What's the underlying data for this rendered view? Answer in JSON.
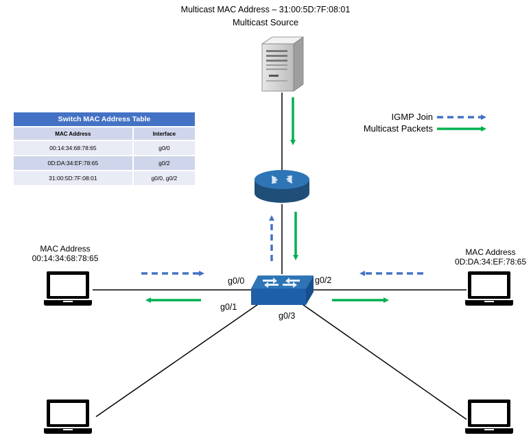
{
  "source": {
    "mac_line": "Multicast MAC Address – 31:00:5D:7F:08:01",
    "label": "Multicast Source"
  },
  "legend": {
    "igmp_join": "IGMP Join",
    "multicast_packets": "Multicast Packets"
  },
  "colors": {
    "igmp_arrow": "#4472c4",
    "multicast_arrow": "#00b050",
    "table_header": "#4472c4"
  },
  "mac_table": {
    "title": "Switch MAC Address Table",
    "headers": [
      "MAC Address",
      "Interface"
    ],
    "rows": [
      [
        "00:14:34:68:78:65",
        "g0/0"
      ],
      [
        "0D:DA:34:EF:78:65",
        "g0/2"
      ],
      [
        "31:00:5D:7F:08:01",
        "g0/0, g0/2"
      ]
    ]
  },
  "hosts": {
    "left": {
      "label": "MAC Address",
      "mac": "00:14:34:68:78:65"
    },
    "right": {
      "label": "MAC Address",
      "mac": "0D:DA:34:EF:78:65"
    }
  },
  "ports": {
    "g00": "g0/0",
    "g01": "g0/1",
    "g02": "g0/2",
    "g03": "g0/3"
  },
  "icons": [
    "server-icon",
    "router-icon",
    "switch-icon",
    "laptop-icon"
  ]
}
